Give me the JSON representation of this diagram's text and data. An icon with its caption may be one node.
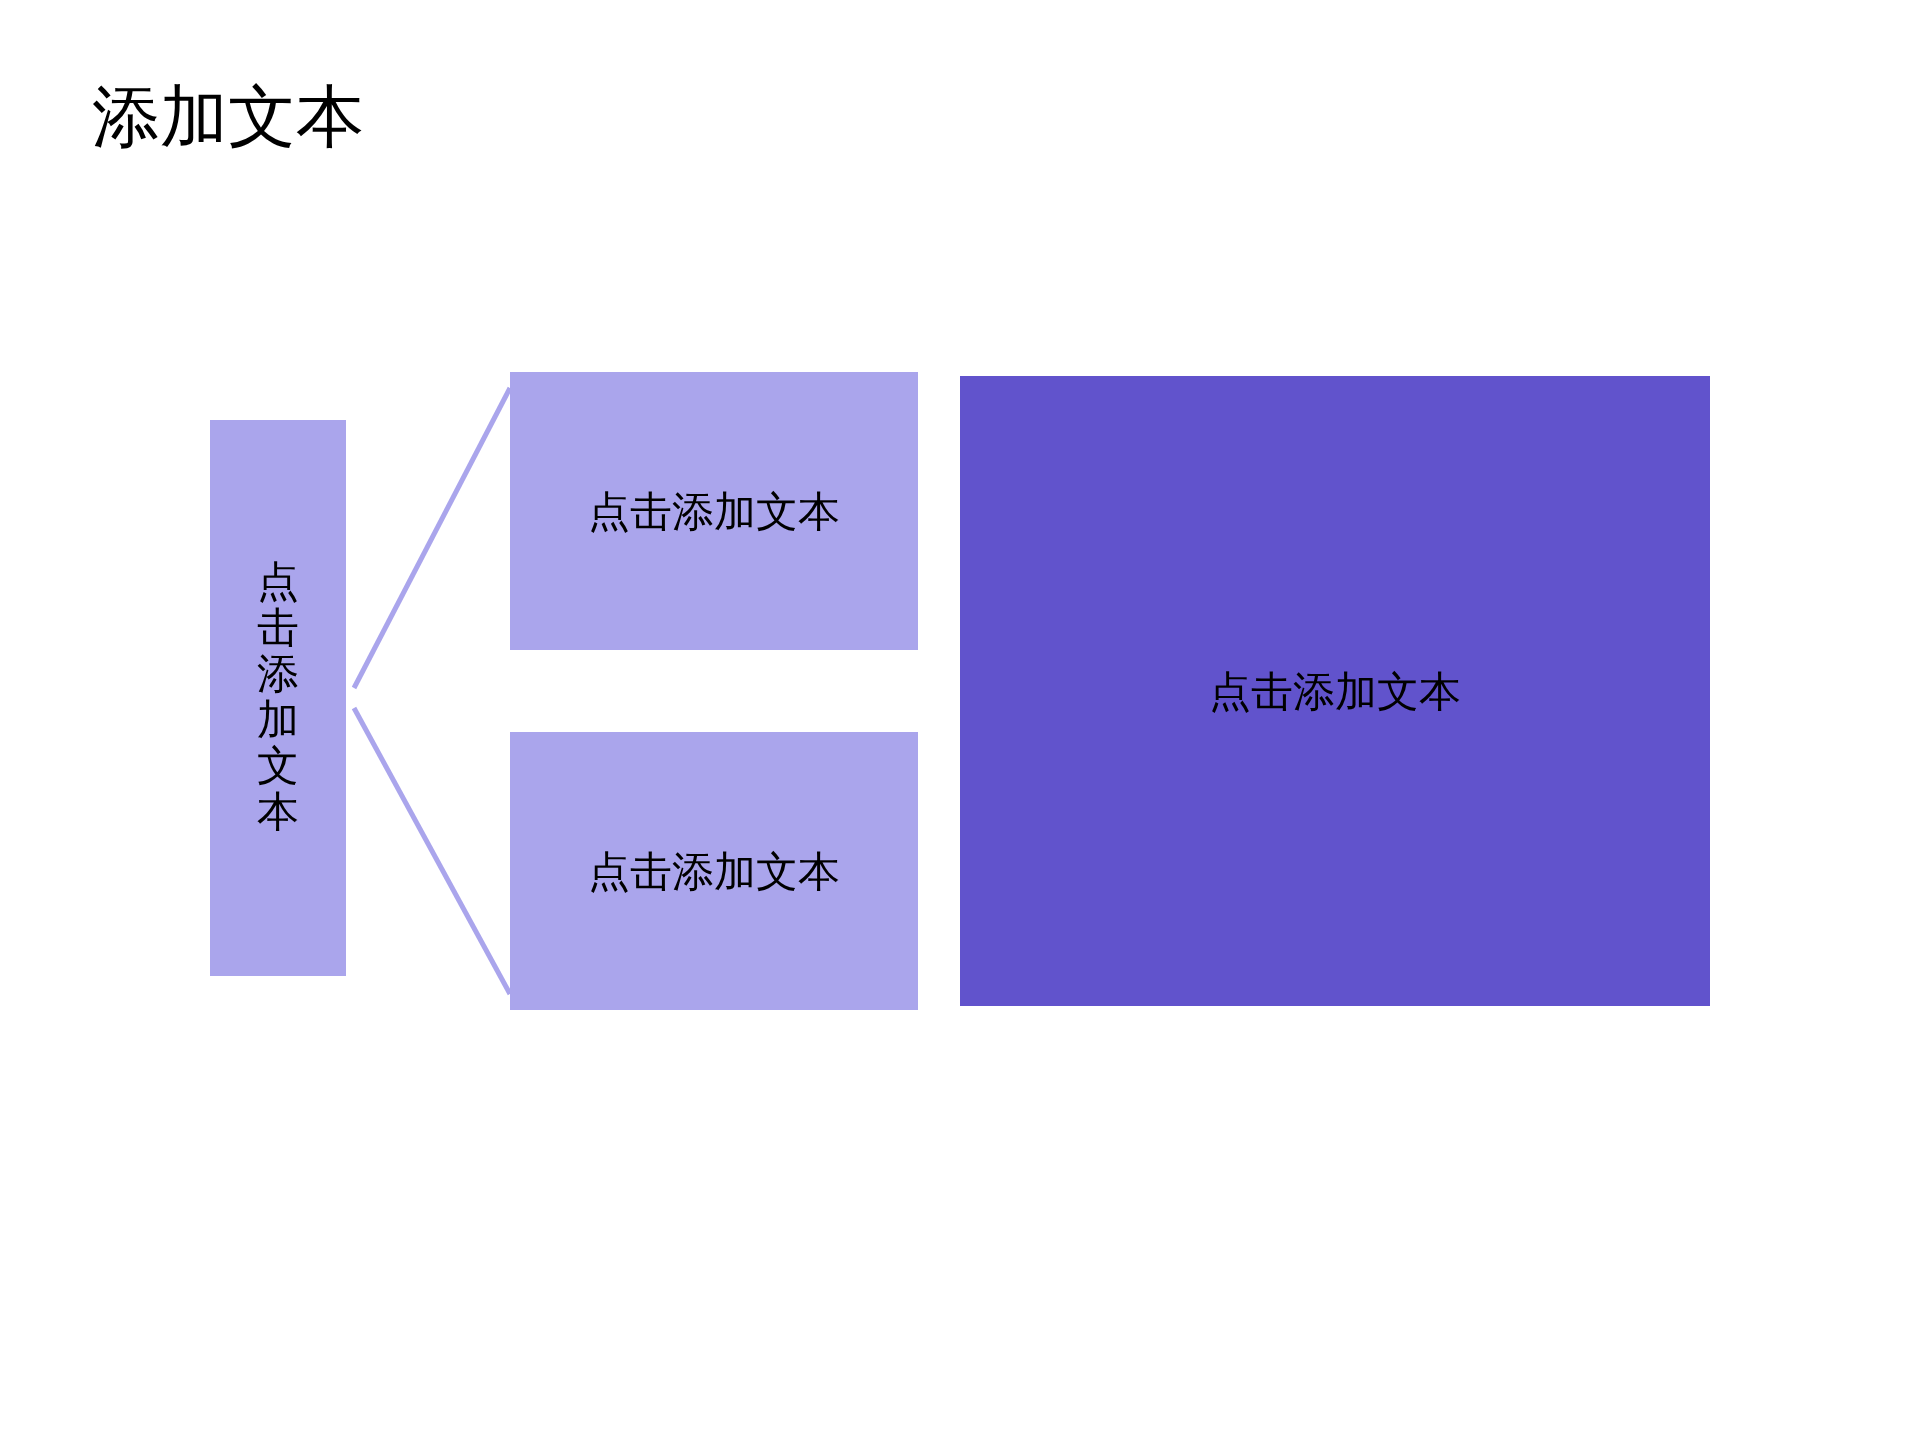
{
  "diagram": {
    "title": "添加文本",
    "nodes": [
      {
        "text": [
          "点击添加文本"
        ]
      },
      {
        "text": [
          "点击添加文本"
        ]
      },
      {
        "text": [
          "点击添加文本"
        ]
      },
      {
        "text": [
          "点击添加文本"
        ]
      }
    ],
    "edges": [
      {
        "from": 0,
        "to": 1,
        "arrow": "none"
      },
      {
        "from": 0,
        "to": 2,
        "arrow": "none"
      }
    ]
  }
}
